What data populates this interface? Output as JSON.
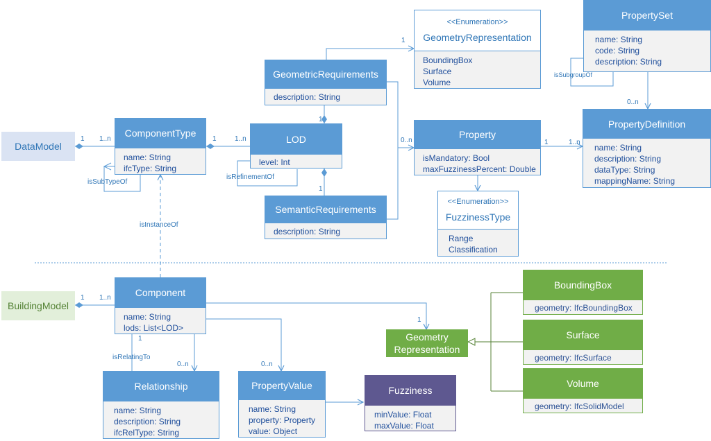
{
  "packages": {
    "data_model": "DataModel",
    "building_model": "BuildingModel"
  },
  "classes": {
    "component_type": {
      "name": "ComponentType",
      "attrs": [
        "name: String",
        "ifcType: String"
      ]
    },
    "lod": {
      "name": "LOD",
      "attrs": [
        "level: Int"
      ]
    },
    "geometric_requirements": {
      "name": "GeometricRequirements",
      "attrs": [
        "description: String"
      ]
    },
    "semantic_requirements": {
      "name": "SemanticRequirements",
      "attrs": [
        "description: String"
      ]
    },
    "property": {
      "name": "Property",
      "attrs": [
        "isMandatory: Bool",
        "maxFuzzinessPercent: Double"
      ]
    },
    "property_set": {
      "name": "PropertySet",
      "attrs": [
        "name: String",
        "code: String",
        "description: String"
      ]
    },
    "property_definition": {
      "name": "PropertyDefinition",
      "attrs": [
        "name: String",
        "description: String",
        "dataType: String",
        "mappingName: String"
      ]
    },
    "component": {
      "name": "Component",
      "attrs": [
        "name: String",
        "lods: List<LOD>"
      ]
    },
    "relationship": {
      "name": "Relationship",
      "attrs": [
        "name: String",
        "description: String",
        "ifcRelType: String"
      ]
    },
    "property_value": {
      "name": "PropertyValue",
      "attrs": [
        "name: String",
        "property: Property",
        "value: Object"
      ]
    },
    "fuzziness": {
      "name": "Fuzziness",
      "attrs": [
        "minValue: Float",
        "maxValue: Float"
      ]
    },
    "bounding_box": {
      "name": "BoundingBox",
      "attrs": [
        "geometry: IfcBoundingBox"
      ]
    },
    "surface": {
      "name": "Surface",
      "attrs": [
        "geometry: IfcSurface"
      ]
    },
    "volume": {
      "name": "Volume",
      "attrs": [
        "geometry: IfcSolidModel"
      ]
    },
    "geometry_representation_abstract": {
      "name_line1": "Geometry",
      "name_line2": "Representation"
    }
  },
  "enumerations": {
    "geometry_representation": {
      "stereotype": "<<Enumeration>>",
      "name": "GeometryRepresentation",
      "values": [
        "BoundingBox",
        "Surface",
        "Volume"
      ]
    },
    "fuzziness_type": {
      "stereotype": "<<Enumeration>>",
      "name": "FuzzinessType",
      "values": [
        "Range",
        "Classification"
      ]
    }
  },
  "labels": {
    "is_sub_type_of": "isSubTypeOf",
    "is_refinement_of": "isRefinementOf",
    "is_subgroup_of": "isSubgroupOf",
    "is_instance_of": "isInstanceOf",
    "is_relating_to": "isRelatingTo",
    "one": "1",
    "one_n": "1..n",
    "zero_n": "0..n"
  },
  "colors": {
    "class_blue": "#5b9bd5",
    "class_green": "#70ad47",
    "class_purple": "#5e5890",
    "attr_text": "#1f4e9b",
    "attr_bg": "#f2f2f2",
    "line": "#5b9bd5"
  }
}
